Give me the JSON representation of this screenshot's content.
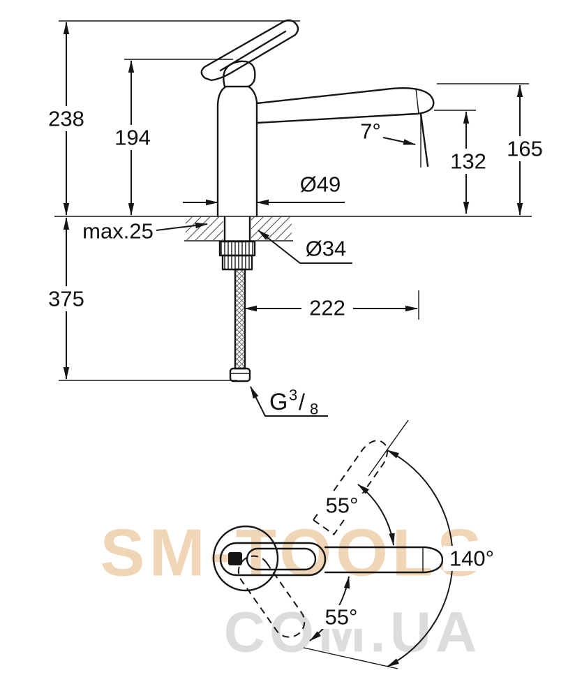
{
  "side_view": {
    "labels": {
      "height_total": "238",
      "height_body": "194",
      "spout_height": "165",
      "outlet_height": "132",
      "spray_angle": "7°",
      "body_diameter": "Ø49",
      "mount_thickness": "max.25",
      "hole_diameter": "Ø34",
      "below_depth": "375",
      "projection": "222"
    },
    "thread": {
      "g": "G",
      "numerator": "3",
      "slash": "/",
      "denominator": "8"
    }
  },
  "top_view": {
    "labels": {
      "swing_upper": "55°",
      "swing_lower": "55°",
      "swivel_range": "140°"
    }
  },
  "watermark": {
    "brand": "SM-TOOLS",
    "site": "COM.UA"
  },
  "colors": {
    "line": "#161616",
    "watermark_brand": "#edcba4",
    "watermark_site": "#d6d6d6"
  }
}
